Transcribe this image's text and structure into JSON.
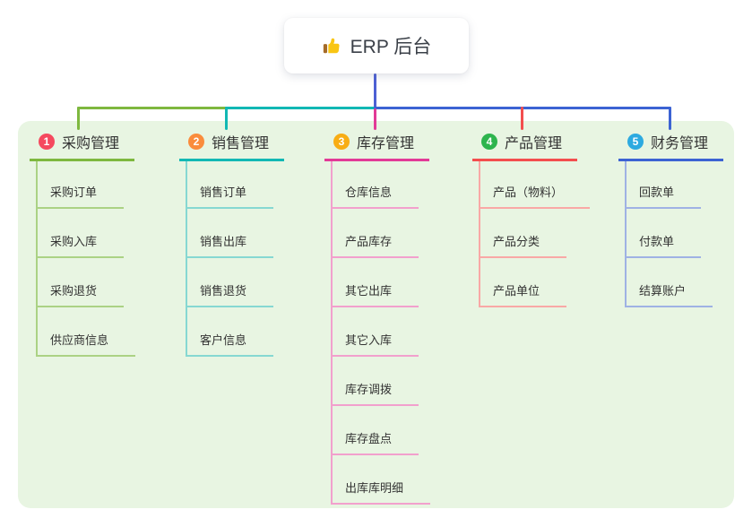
{
  "theme": {
    "canvas_bg": "#ffffff",
    "panel_bg": "#e8f5e2",
    "text_color": "#333333",
    "root_line_color": "#4d60d4"
  },
  "root": {
    "label": "ERP 后台",
    "icon": "thumbs-up-icon"
  },
  "branches": [
    {
      "badge": "1",
      "label": "采购管理",
      "badge_color": "#f5495e",
      "line_color": "#7eb83f",
      "child_line_color": "#abd284",
      "children": [
        "采购订单",
        "采购入库",
        "采购退货",
        "供应商信息"
      ]
    },
    {
      "badge": "2",
      "label": "销售管理",
      "badge_color": "#fa8c3c",
      "line_color": "#12b8b4",
      "child_line_color": "#86d8d2",
      "children": [
        "销售订单",
        "销售出库",
        "销售退货",
        "客户信息"
      ]
    },
    {
      "badge": "3",
      "label": "库存管理",
      "badge_color": "#f8ad14",
      "line_color": "#e23a97",
      "child_line_color": "#f2a0cd",
      "children": [
        "仓库信息",
        "产品库存",
        "其它出库",
        "其它入库",
        "库存调拨",
        "库存盘点",
        "出库库明细"
      ]
    },
    {
      "badge": "4",
      "label": "产品管理",
      "badge_color": "#2db44d",
      "line_color": "#f34e4e",
      "child_line_color": "#f9a8a6",
      "children": [
        "产品（物料）",
        "产品分类",
        "产品单位"
      ]
    },
    {
      "badge": "5",
      "label": "财务管理",
      "badge_color": "#2daae0",
      "line_color": "#3c63d3",
      "child_line_color": "#9fb2e4",
      "children": [
        "回款单",
        "付款单",
        "结算账户"
      ]
    }
  ]
}
